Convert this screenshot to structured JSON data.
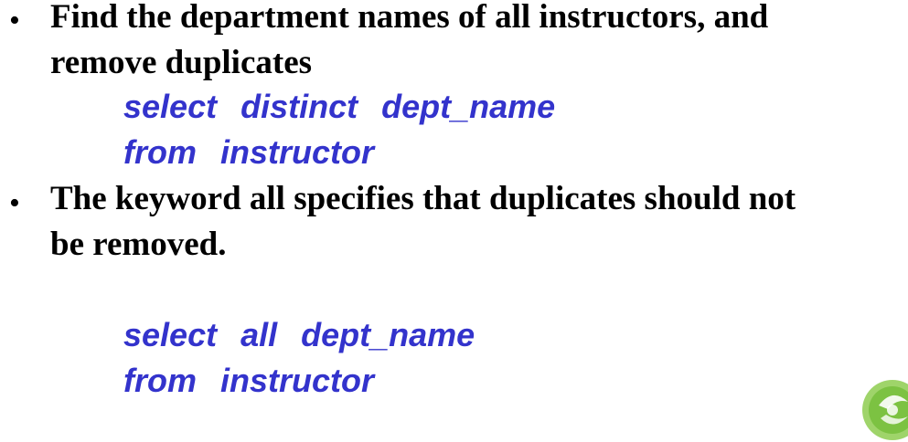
{
  "bullets": [
    {
      "line1": "Find the department names of all instructors, and",
      "line2": "remove duplicates",
      "code": [
        "select  distinct  dept_name",
        "from  instructor"
      ]
    },
    {
      "line1": "The keyword all specifies that duplicates should not",
      "line2": "be removed.",
      "code": [
        "select  all  dept_name",
        "from  instructor"
      ]
    }
  ],
  "colors": {
    "code": "#3333cc",
    "text": "#000000",
    "logo": "#7cc242"
  },
  "logo_icon": "green-circular-logo"
}
